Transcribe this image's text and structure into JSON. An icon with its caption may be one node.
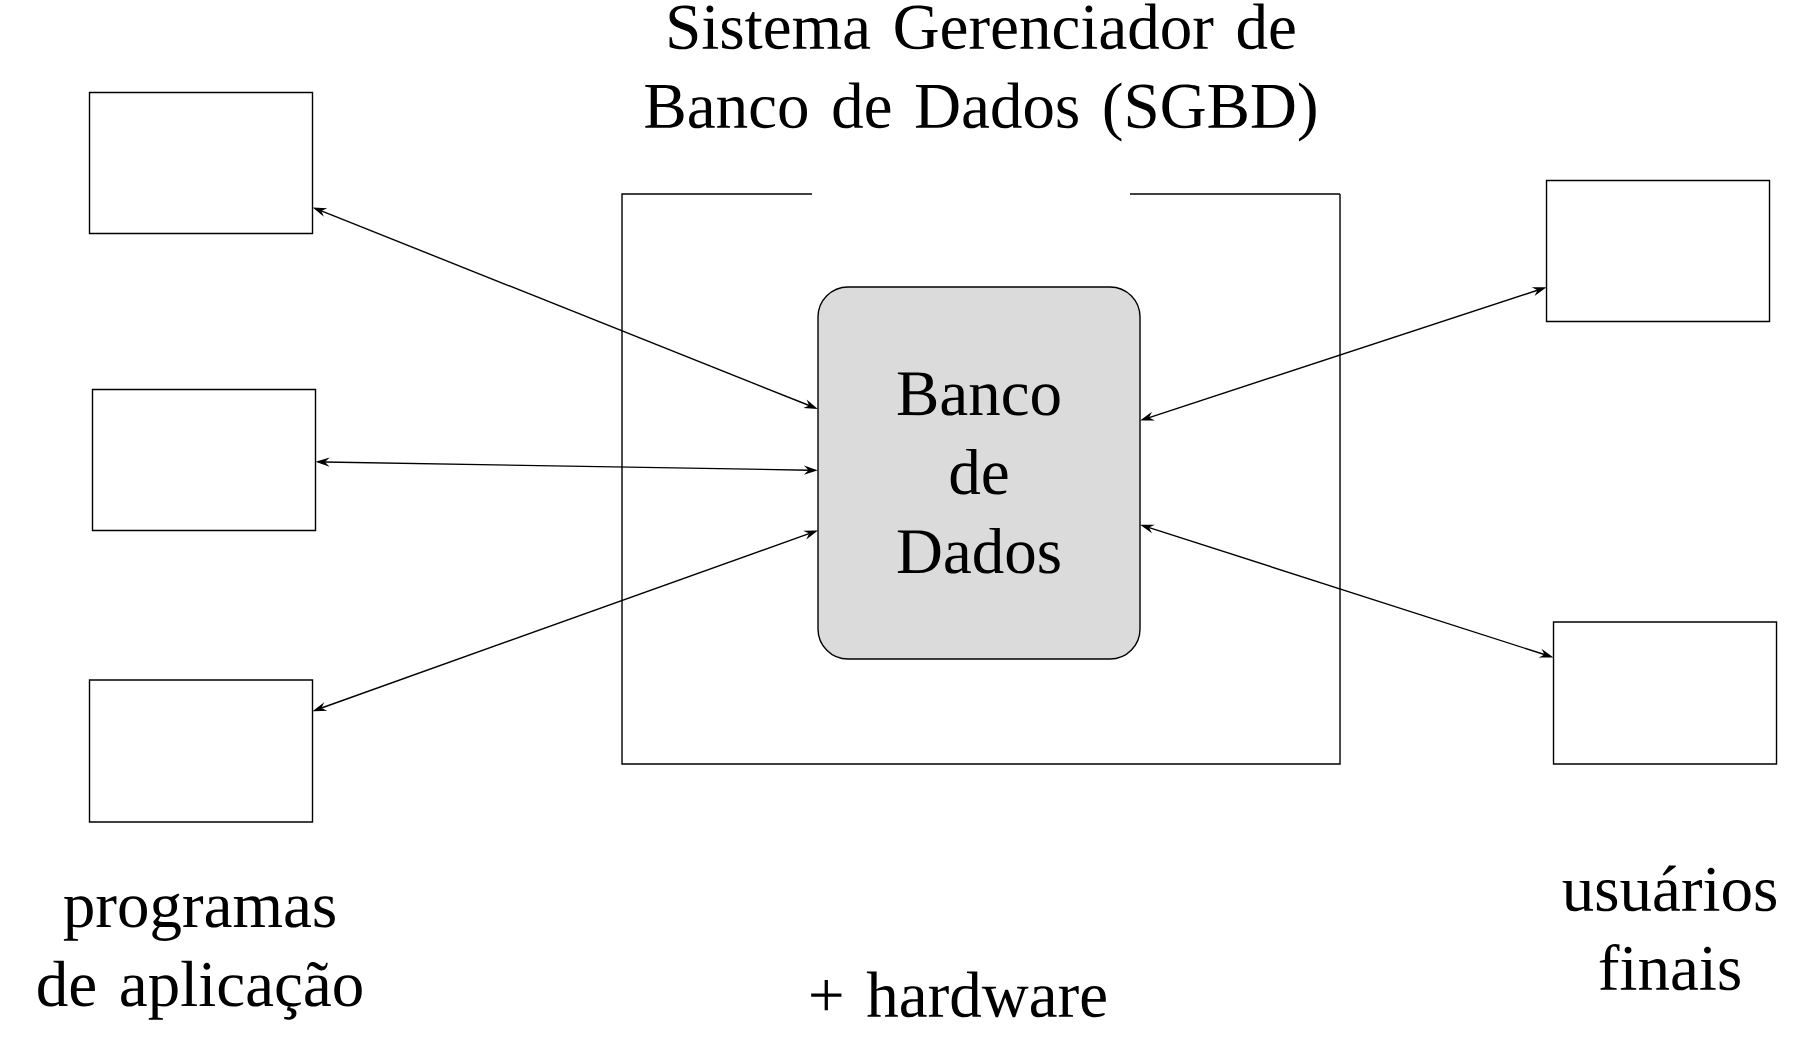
{
  "diagram": {
    "nodes": [
      {
        "text": [],
        "shape": "box"
      },
      {
        "text": [],
        "shape": "box"
      },
      {
        "text": [],
        "shape": "box"
      },
      {
        "text": [
          "Sistema Gerenciador de Banco de Dados (SGBD)"
        ]
      },
      {
        "text": [
          "Banco de Dados"
        ],
        "in": 3
      },
      {
        "text": [],
        "shape": "box"
      },
      {
        "text": [],
        "shape": "box"
      }
    ],
    "edges": [
      {
        "from": 0,
        "to": 4,
        "arrow": "both"
      },
      {
        "from": 1,
        "to": 4,
        "arrow": "both"
      },
      {
        "from": 2,
        "to": 4,
        "arrow": "both"
      },
      {
        "from": 4,
        "to": 5,
        "arrow": "both"
      },
      {
        "from": 4,
        "to": 6,
        "arrow": "both"
      }
    ],
    "labels": [
      "programas de aplicação",
      "+ hardware",
      "usuários finais"
    ]
  }
}
